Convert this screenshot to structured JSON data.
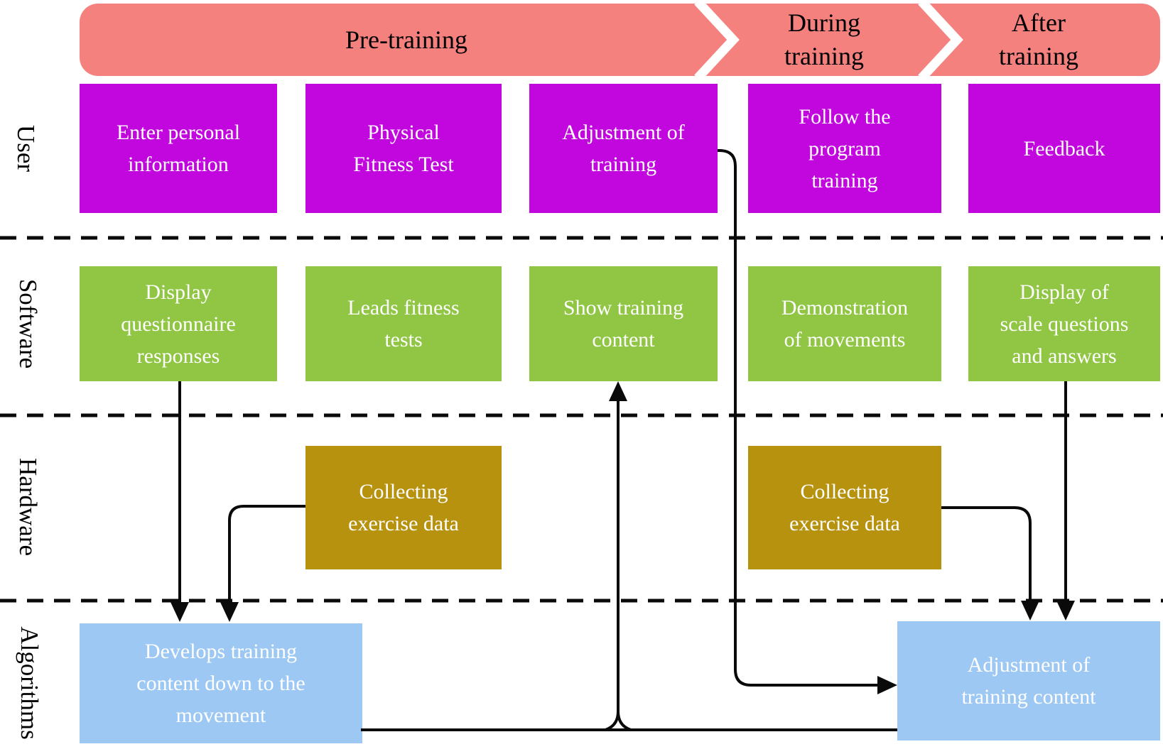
{
  "banner": {
    "segments": [
      {
        "label": "Pre-training"
      },
      {
        "label": "During\ntraining"
      },
      {
        "label": "After\ntraining"
      }
    ]
  },
  "lanes": [
    {
      "label": "User",
      "boxes": [
        {
          "text": "Enter personal\ninformation"
        },
        {
          "text": "Physical\nFitness Test"
        },
        {
          "text": "Adjustment of\ntraining"
        },
        {
          "text": "Follow the\nprogram\ntraining"
        },
        {
          "text": "Feedback"
        }
      ]
    },
    {
      "label": "Software",
      "boxes": [
        {
          "text": "Display\nquestionnaire\nresponses"
        },
        {
          "text": "Leads fitness\ntests"
        },
        {
          "text": "Show training\ncontent"
        },
        {
          "text": "Demonstration\nof movements"
        },
        {
          "text": "Display of\nscale questions\nand answers"
        }
      ]
    },
    {
      "label": "Hardware",
      "boxes": [
        {
          "text": "Collecting\nexercise data"
        },
        {
          "text": "Collecting\nexercise data"
        }
      ]
    },
    {
      "label": "Algorithms",
      "boxes": [
        {
          "text": "Develops training\ncontent down to the\nmovement"
        },
        {
          "text": "Adjustment of\ntraining content"
        }
      ]
    }
  ],
  "colors": {
    "banner": "#F5817F",
    "user_box": "#C107DE",
    "software_box": "#90C644",
    "hardware_box": "#B7920E",
    "algorithm_box": "#9CC8F3",
    "box_text": "#FFFFFF",
    "label_text": "#000000",
    "line": "#0A0A0A",
    "chevron": "#FFFFFF"
  }
}
